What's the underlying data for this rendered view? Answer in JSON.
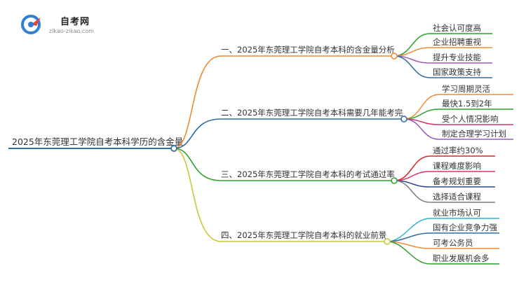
{
  "logo": {
    "brand_name": "自考网",
    "url_text": "zikao-zikao.com",
    "colors": {
      "c_blue": "#2f7fd6",
      "c_red": "#e0483f"
    }
  },
  "mindmap": {
    "root": {
      "label": "2025年东莞理工学院自考本科学历的含金量",
      "color": "#2e6da4"
    },
    "branches": [
      {
        "label": "一、2025年东莞理工学院自考本科的含金量分析",
        "color": "#f08a2c",
        "leaves": [
          {
            "label": "社会认可度高",
            "color": "#2ca02c"
          },
          {
            "label": "企业招聘重视",
            "color": "#f08a2c"
          },
          {
            "label": "提升专业技能",
            "color": "#9b59b6"
          },
          {
            "label": "国家政策支持",
            "color": "#2e6da4"
          }
        ]
      },
      {
        "label": "二、2025年东莞理工学院自考本科需要几年能考完",
        "color": "#2e6da4",
        "leaves": [
          {
            "label": "学习周期灵活",
            "color": "#f08a2c"
          },
          {
            "label": "最快1.5到2年",
            "color": "#2ca02c"
          },
          {
            "label": "受个人情况影响",
            "color": "#d6336c"
          },
          {
            "label": "制定合理学习计划",
            "color": "#9b59b6"
          }
        ]
      },
      {
        "label": "三、2025年东莞理工学院自考本科的考试通过率",
        "color": "#2ca02c",
        "leaves": [
          {
            "label": "通过率约30%",
            "color": "#d62728"
          },
          {
            "label": "课程难度影响",
            "color": "#d6336c"
          },
          {
            "label": "备考规划重要",
            "color": "#2e4a8a"
          },
          {
            "label": "选择适合课程",
            "color": "#7f7f7f"
          }
        ]
      },
      {
        "label": "四、2025年东莞理工学院自考本科的就业前景",
        "color": "#c8c83a",
        "leaves": [
          {
            "label": "就业市场认可",
            "color": "#2bb5c9"
          },
          {
            "label": "国有企业竞争力强",
            "color": "#2e6da4"
          },
          {
            "label": "可考公务员",
            "color": "#f08a2c"
          },
          {
            "label": "职业发展机会多",
            "color": "#2ca02c"
          }
        ]
      }
    ]
  }
}
